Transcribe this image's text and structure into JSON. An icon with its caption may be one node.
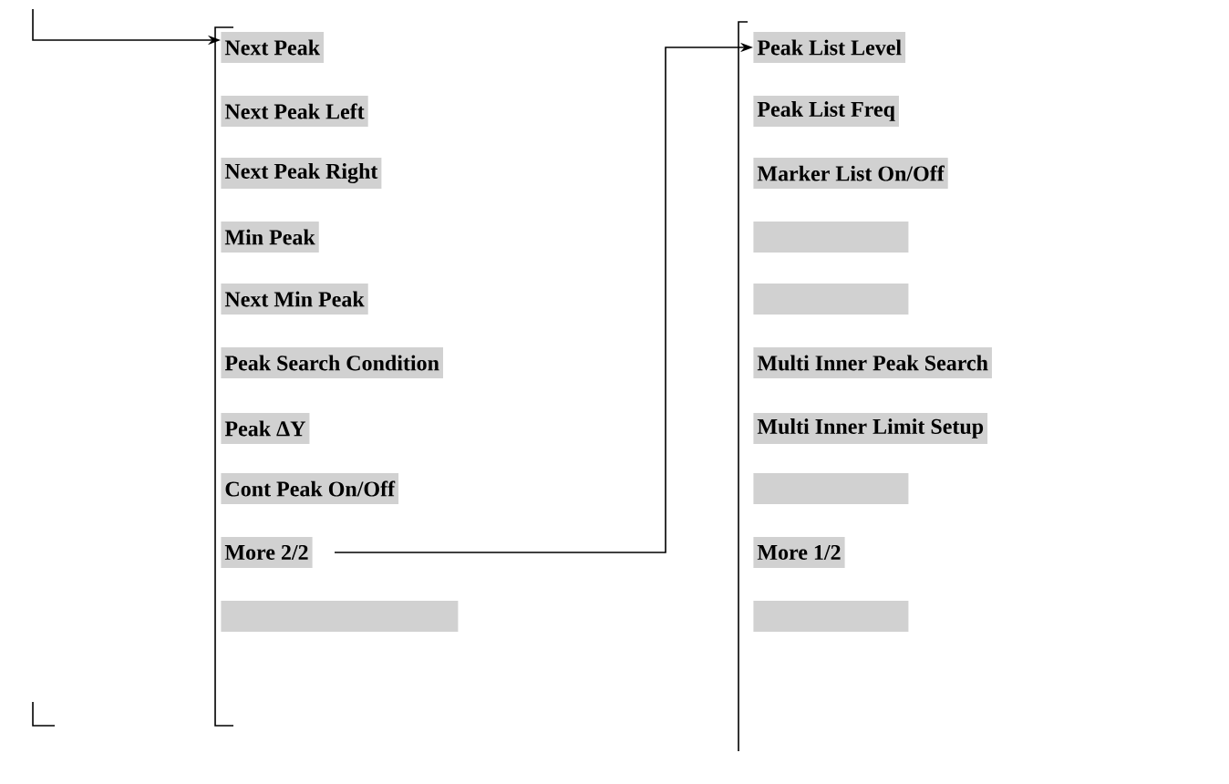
{
  "diagram": {
    "nodes": [
      {
        "text": [
          "Next Peak"
        ]
      },
      {
        "text": [
          "Next Peak Left"
        ]
      },
      {
        "text": [
          "Next Peak Right"
        ]
      },
      {
        "text": [
          "Min Peak"
        ]
      },
      {
        "text": [
          "Next Min Peak"
        ]
      },
      {
        "text": [
          "Peak Search Condition"
        ]
      },
      {
        "text": [
          "Peak ΔY"
        ]
      },
      {
        "text": [
          "Cont Peak On/Off"
        ]
      },
      {
        "text": [
          "More 2/2"
        ]
      },
      {
        "text": [],
        "shape": "box"
      },
      {
        "text": [
          "Peak List Level"
        ]
      },
      {
        "text": [
          "Peak List Freq"
        ]
      },
      {
        "text": [
          "Marker List On/Off"
        ]
      },
      {
        "text": [],
        "shape": "box"
      },
      {
        "text": [],
        "shape": "box"
      },
      {
        "text": [
          "Multi Inner Peak Search"
        ]
      },
      {
        "text": [
          "Multi Inner Limit Setup"
        ]
      },
      {
        "text": [],
        "shape": "box"
      },
      {
        "text": [
          "More 1/2"
        ]
      },
      {
        "text": [],
        "shape": "box"
      }
    ],
    "edges": [
      {
        "from": null,
        "to": 0,
        "arrow": "to"
      },
      {
        "from": 8,
        "to": 10,
        "arrow": "to"
      }
    ]
  }
}
